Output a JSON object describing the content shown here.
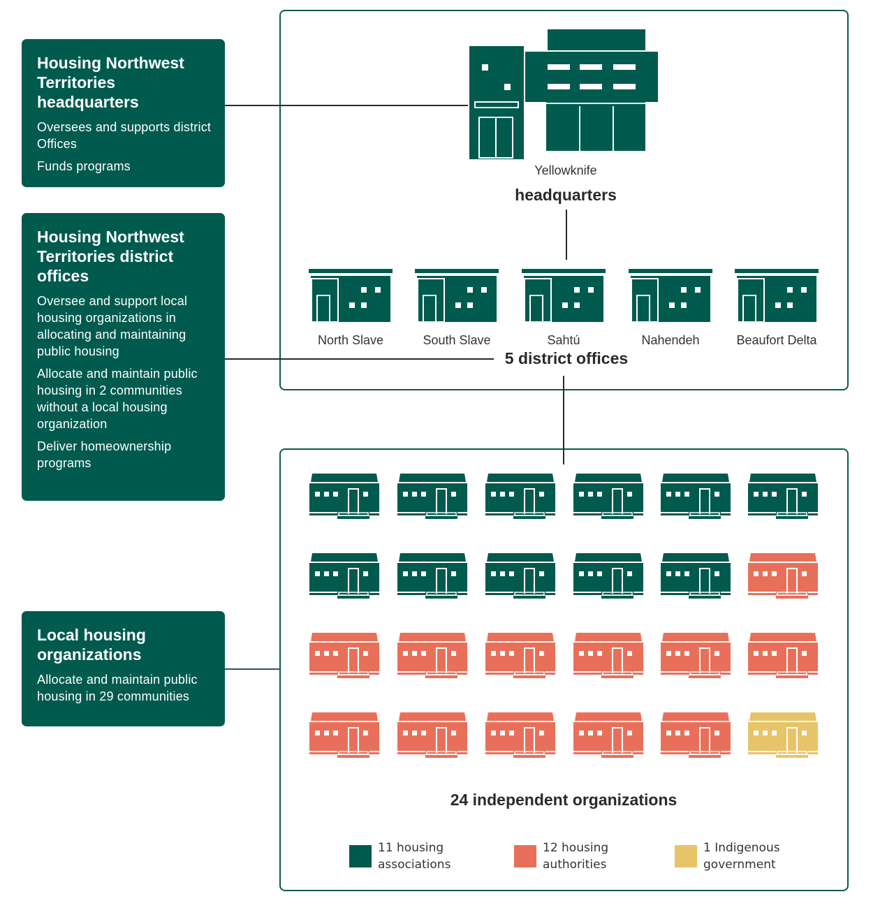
{
  "colors": {
    "dark_green": "#005a4e",
    "orange": "#e8705a",
    "yellow": "#e8c468",
    "line": "#2a2a2a"
  },
  "cards": {
    "headquarters": {
      "title": "Housing Northwest Territories headquarters",
      "items": [
        "Oversees and supports district Offices",
        "Funds programs"
      ]
    },
    "district": {
      "title": "Housing Northwest Territories district offices",
      "items": [
        "Oversee and support local housing organizations in allocating and maintaining public housing",
        "Allocate and maintain public housing in 2 communities without a local housing organization",
        "Deliver homeownership programs"
      ]
    },
    "local": {
      "title": "Local housing organizations",
      "items": [
        "Allocate and maintain public housing in 29 communities"
      ]
    }
  },
  "headquarters": {
    "city": "Yellowknife",
    "label": "headquarters",
    "icon": "office-building-icon"
  },
  "district_offices": {
    "label": "5 district offices",
    "icon": "district-office-icon",
    "offices": [
      "North Slave",
      "South Slave",
      "Sahtú",
      "Nahendeh",
      "Beaufort Delta"
    ]
  },
  "organizations": {
    "label": "24 independent organizations",
    "icon": "house-icon",
    "grid": [
      [
        "association",
        "association",
        "association",
        "association",
        "association",
        "association"
      ],
      [
        "association",
        "association",
        "association",
        "association",
        "association",
        "authority"
      ],
      [
        "authority",
        "authority",
        "authority",
        "authority",
        "authority",
        "authority"
      ],
      [
        "authority",
        "authority",
        "authority",
        "authority",
        "authority",
        "indigenous"
      ]
    ],
    "legend": [
      {
        "type": "association",
        "text": "11 housing\nassociations",
        "color": "#005a4e"
      },
      {
        "type": "authority",
        "text": "12 housing\nauthorities",
        "color": "#e8705a"
      },
      {
        "type": "indigenous",
        "text": "1 Indigenous\ngovernment",
        "color": "#e8c468"
      }
    ]
  }
}
